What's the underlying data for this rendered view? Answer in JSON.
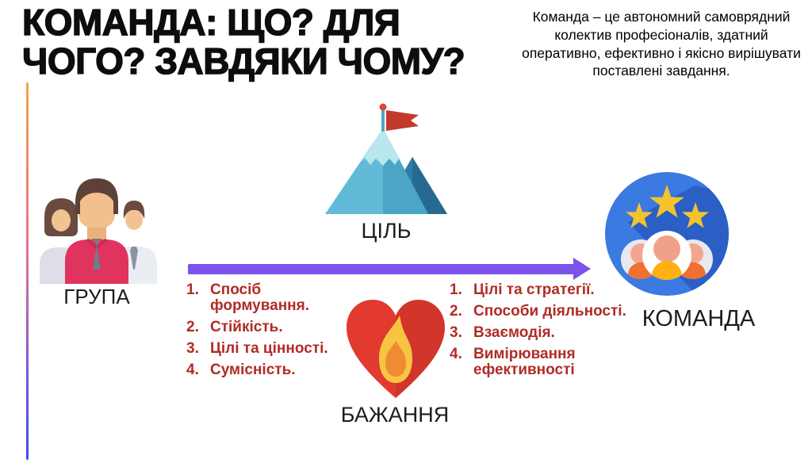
{
  "title": {
    "line1": "КОМАНДА: ЩО? ДЛЯ",
    "line2": "ЧОГО? ЗАВДЯКИ ЧОМУ?"
  },
  "definition": "Команда – це автономний самоврядний колектив професіоналів, здатний оперативно, ефективно і якісно вирішувати поставлені завдання.",
  "flow": {
    "group_label": "ГРУПА",
    "goal_label": "ЦІЛЬ",
    "desire_label": "БАЖАННЯ",
    "team_label": "КОМАНДА"
  },
  "transform_list_left": {
    "items": [
      {
        "num": "1.",
        "text": "Спосіб формування."
      },
      {
        "num": "2.",
        "text": "Стійкість."
      },
      {
        "num": "3.",
        "text": "Цілі та цінності."
      },
      {
        "num": "4.",
        "text": "Сумісність."
      }
    ]
  },
  "transform_list_right": {
    "items": [
      {
        "num": "1.",
        "text": "Цілі та стратегії."
      },
      {
        "num": "2.",
        "text": "Способи діяльності."
      },
      {
        "num": "3.",
        "text": "Взаємодія."
      },
      {
        "num": "4.",
        "text": "Вимірювання ефективності"
      }
    ]
  },
  "icons": {
    "group": "group-people-icon",
    "goal": "mountain-flag-icon",
    "desire": "heart-flame-icon",
    "team": "team-stars-circle-icon",
    "arrow": "transformation-arrow"
  },
  "colors": {
    "list_text": "#b02c26",
    "arrow": "#7b52ec",
    "accent_line_top": "#f5a34b",
    "accent_line_bottom": "#3c4fe8",
    "team_circle": "#3b7ae0",
    "star": "#f3c32e",
    "heart": "#e23a2e",
    "flame_outer": "#f7c544",
    "flame_inner": "#ef8c33",
    "mountain_main": "#4aa5c7",
    "mountain_back": "#2e7ea4",
    "shirt_crimson": "#e0335e"
  }
}
